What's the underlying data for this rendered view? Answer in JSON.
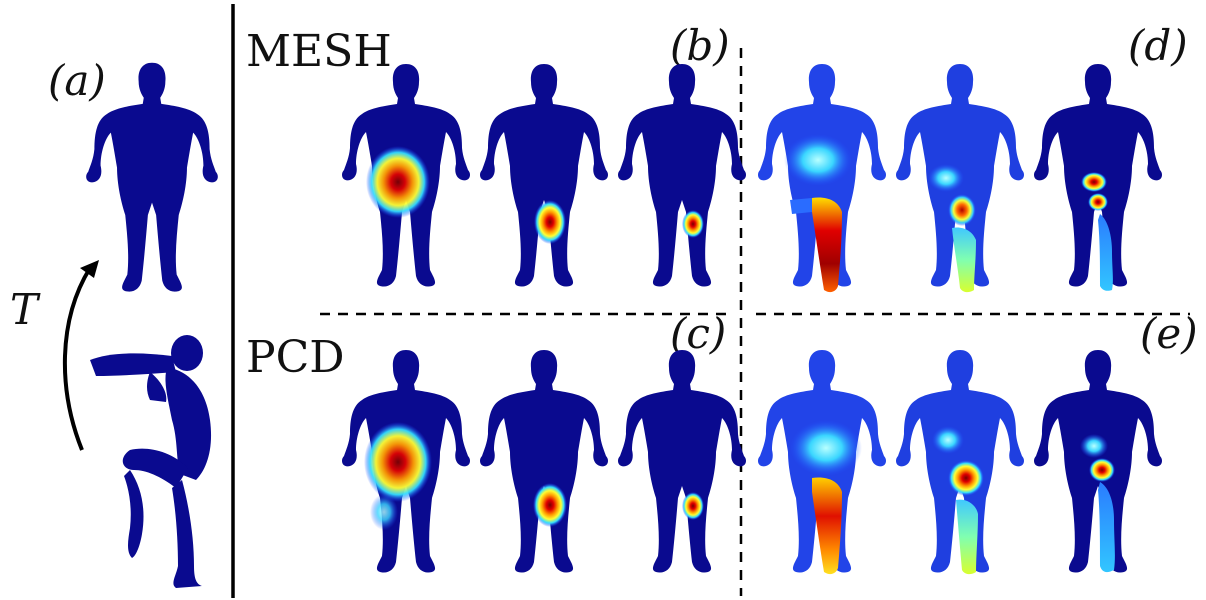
{
  "panels": {
    "a": "(a)",
    "b": "(b)",
    "c": "(c)",
    "d": "(d)",
    "e": "(e)"
  },
  "rows": {
    "mesh": "MESH",
    "pcd": "PCD"
  },
  "transform_symbol": "T",
  "colors": {
    "body": "#0a0a8f",
    "cold": "#1f4fff",
    "cyan": "#3ad6ff",
    "yellow": "#ffff33",
    "orange": "#ff8000",
    "red": "#d90000",
    "dark_red": "#7a0000"
  }
}
